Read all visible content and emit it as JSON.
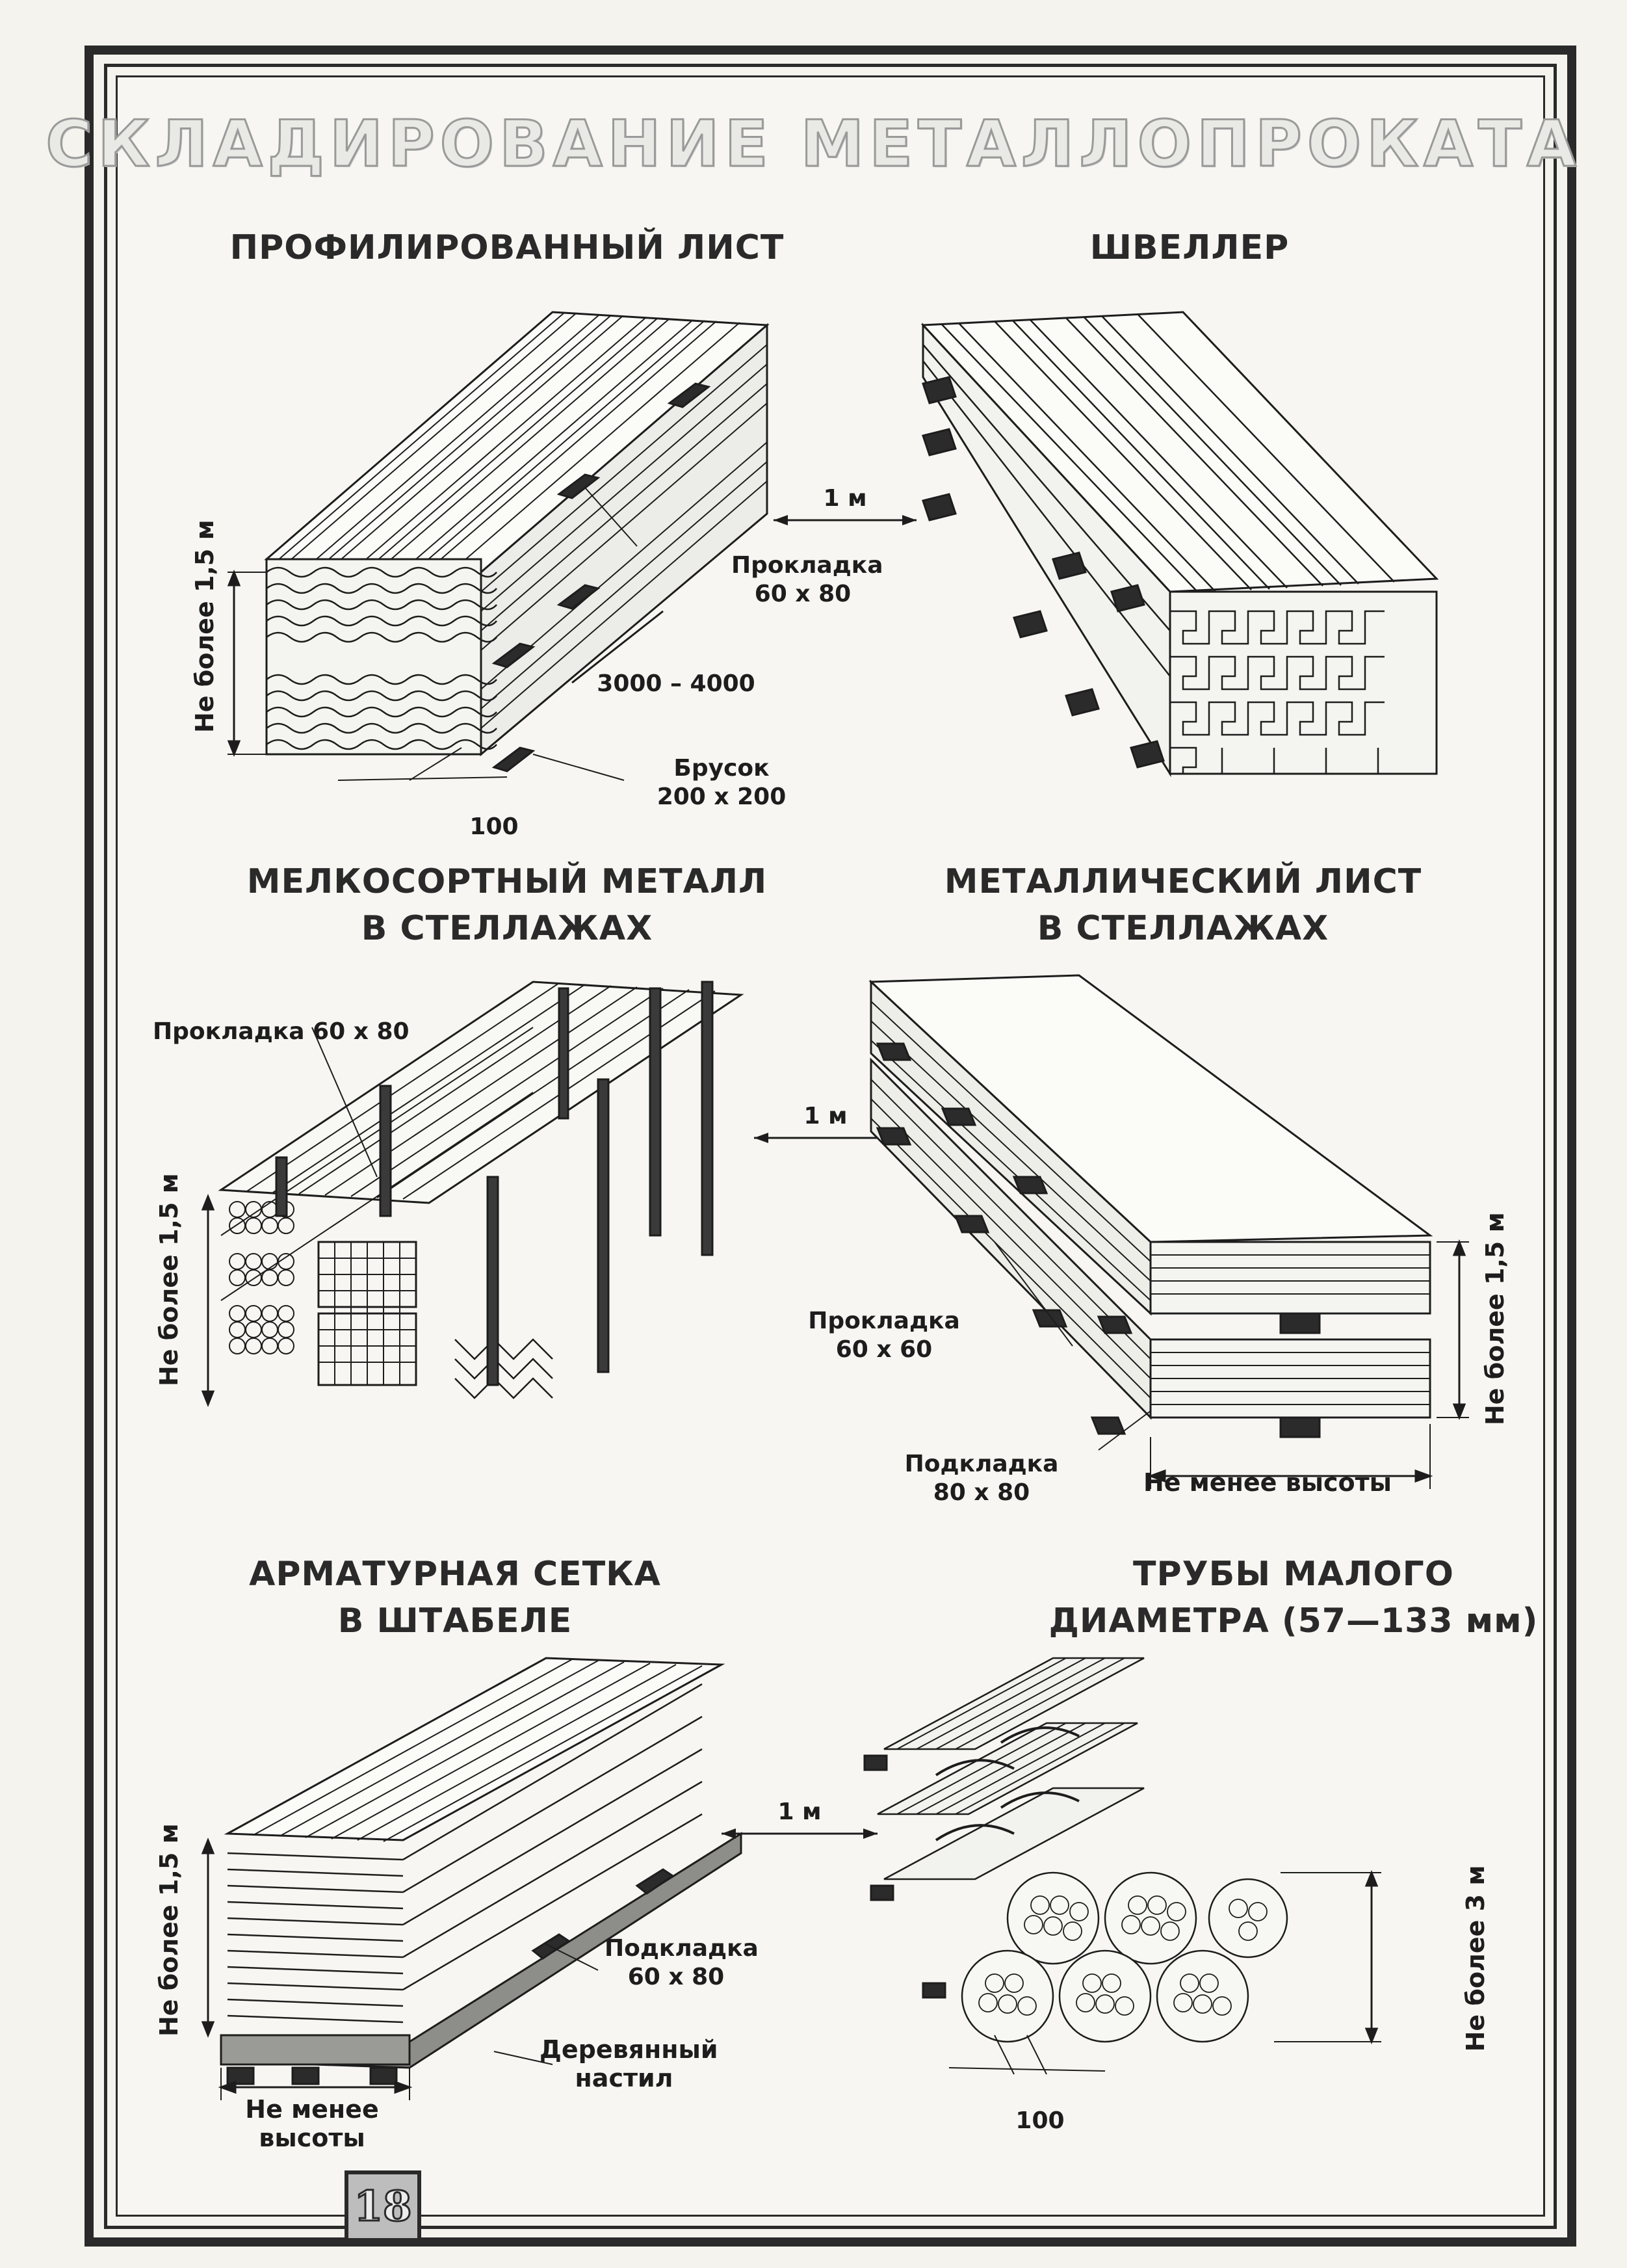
{
  "page": {
    "title": "СКЛАДИРОВАНИЕ МЕТАЛЛОПРОКАТА",
    "page_number": "18"
  },
  "sections": {
    "profiled_sheet": {
      "title": "ПРОФИЛИРОВАННЫЙ ЛИСТ",
      "height_label": "Не более 1,5 м",
      "spacer_label_1": "Прокладка",
      "spacer_label_2": "60 х 80",
      "length_label": "3000 – 4000",
      "beam_label_1": "Брусок",
      "beam_label_2": "200 х 200",
      "offset_label": "100"
    },
    "channel": {
      "title": "ШВЕЛЛЕР",
      "gap_label": "1 м"
    },
    "small_metal": {
      "title_line1": "МЕЛКОСОРТНЫЙ МЕТАЛЛ",
      "title_line2": "В СТЕЛЛАЖАХ",
      "spacer_label": "Прокладка 60 х 80",
      "height_label": "Не более 1,5 м",
      "gap_label": "1 м"
    },
    "metal_sheet": {
      "title_line1": "МЕТАЛЛИЧЕСКИЙ ЛИСТ",
      "title_line2": "В СТЕЛЛАЖАХ",
      "spacer_label_1": "Прокладка",
      "spacer_label_2": "60 х 60",
      "support_label_1": "Подкладка",
      "support_label_2": "80 х 80",
      "width_label": "Не менее высоты",
      "height_label": "Не более 1,5 м"
    },
    "rebar_mesh": {
      "title_line1": "АРМАТУРНАЯ СЕТКА",
      "title_line2": "В ШТАБЕЛЕ",
      "height_label": "Не более 1,5 м",
      "support_label_1": "Подкладка",
      "support_label_2": "60 х 80",
      "deck_label_1": "Деревянный",
      "deck_label_2": "настил",
      "width_label_1": "Не менее",
      "width_label_2": "высоты",
      "gap_label": "1 м"
    },
    "pipes": {
      "title_line1": "ТРУБЫ МАЛОГО",
      "title_line2": "ДИАМЕТРА (57—133 мм)",
      "height_label": "Не более  3 м",
      "offset_label": "100"
    }
  },
  "colors": {
    "ink": "#1d1d1d",
    "paper": "#f7f6f2",
    "frame": "#2a2a2a",
    "title_fill": "#e9e9e6"
  }
}
